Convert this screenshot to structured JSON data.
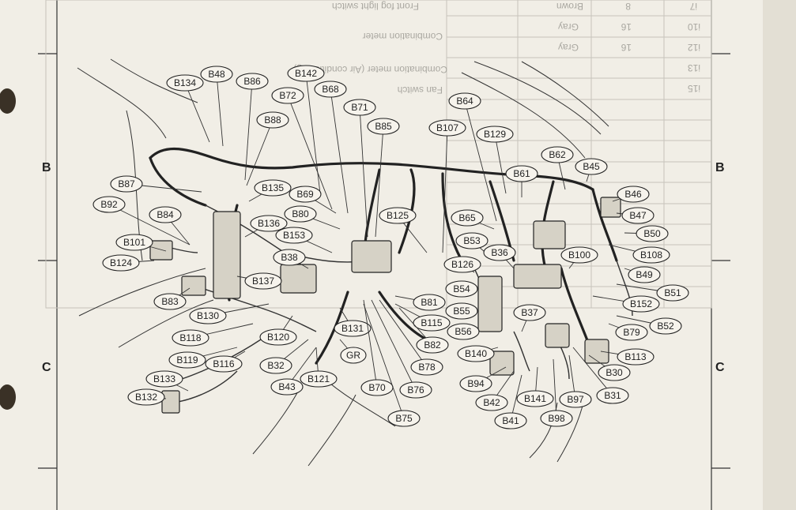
{
  "margin_labels": {
    "b_left": "B",
    "b_right": "B",
    "c_left": "C",
    "c_right": "C"
  },
  "bleed_through_text": {
    "row1_name": "Front fog light switch",
    "row1_pins": "8",
    "row1_color": "Brown",
    "row1_id": "i7",
    "row2_name": "Combination meter",
    "row2_pins": "16",
    "row2_color": "Gray",
    "row2_id": "i10",
    "row3_pins": "16",
    "row3_color": "Gray",
    "row3_id": "i12",
    "row4_name": "Combination meter (Air conditioning)",
    "row4_id": "i13",
    "row5_name": "Fan switch",
    "row5_id": "i15"
  },
  "callouts": [
    "B134",
    "B48",
    "B86",
    "B142",
    "B68",
    "B72",
    "B71",
    "B88",
    "B85",
    "B107",
    "B64",
    "B129",
    "B62",
    "B45",
    "B61",
    "B87",
    "B135",
    "B69",
    "B46",
    "B92",
    "B84",
    "B136",
    "B80",
    "B125",
    "B65",
    "B47",
    "B153",
    "B53",
    "B50",
    "B101",
    "B38",
    "B36",
    "B100",
    "B108",
    "B124",
    "B126",
    "B137",
    "B49",
    "B54",
    "B51",
    "B83",
    "B81",
    "B152",
    "B130",
    "B55",
    "B37",
    "B115",
    "B52",
    "B118",
    "B131",
    "B56",
    "B79",
    "B120",
    "GR",
    "B82",
    "B140",
    "B113",
    "B119",
    "B116",
    "B32",
    "B78",
    "B30",
    "B133",
    "B94",
    "B121",
    "B43",
    "B70",
    "B76",
    "B31",
    "B132",
    "B42",
    "B141",
    "B97",
    "B41",
    "B98",
    "B75"
  ]
}
